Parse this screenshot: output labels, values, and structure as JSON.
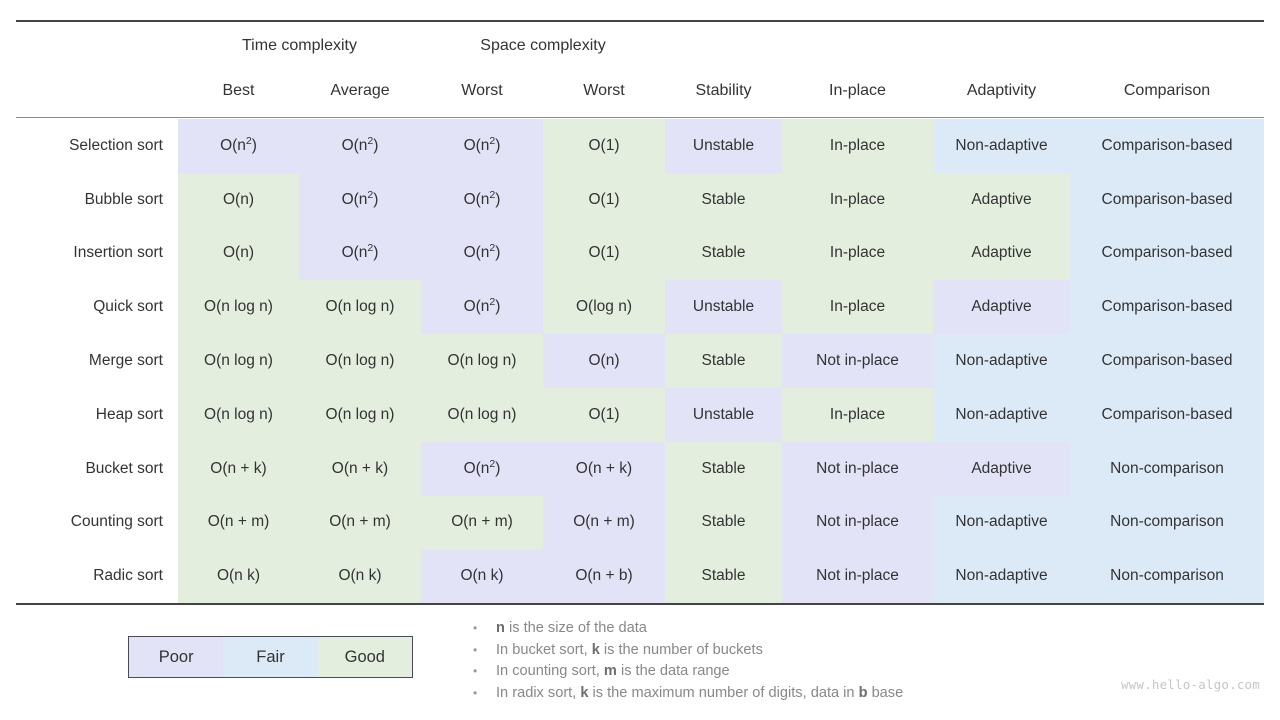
{
  "legend": {
    "title": "quality-legend",
    "segments": [
      {
        "label": "Poor",
        "color": "#e2e3f6",
        "key": "poor"
      },
      {
        "label": "Fair",
        "color": "#dceaf7",
        "key": "fair"
      },
      {
        "label": "Good",
        "color": "#e4eede",
        "key": "good"
      }
    ]
  },
  "watermark": "www.hello-algo.com",
  "notes": [
    {
      "bullet": "•",
      "prefix": "",
      "bold": "n",
      "suffix": " is the size of the data"
    },
    {
      "bullet": "•",
      "prefix": "In bucket sort, ",
      "bold": "k",
      "suffix": " is the number of buckets"
    },
    {
      "bullet": "•",
      "prefix": "In counting sort, ",
      "bold": "m",
      "suffix": " is the data range"
    },
    {
      "bullet": "•",
      "prefix": "In radix sort, ",
      "bold": "k",
      "suffix": " is the maximum number of digits, data in ",
      "bold2": "b",
      "suffix2": " base"
    }
  ],
  "table": {
    "group_headers": {
      "time": "Time complexity",
      "space": "Space complexity"
    },
    "sub_headers": {
      "name": "",
      "best": "Best",
      "average": "Average",
      "worst": "Worst",
      "space_worst": "Worst",
      "stability": "Stability",
      "in_place": "In-place",
      "adaptivity": "Adaptivity",
      "comparison": "Comparison"
    },
    "rows": [
      {
        "name": "Selection sort",
        "best": {
          "text": "O(n²)",
          "base": "O(n",
          "sup": "2",
          "tail": ")",
          "sev": "poor"
        },
        "average": {
          "text": "O(n²)",
          "base": "O(n",
          "sup": "2",
          "tail": ")",
          "sev": "poor"
        },
        "worst": {
          "text": "O(n²)",
          "base": "O(n",
          "sup": "2",
          "tail": ")",
          "sev": "poor"
        },
        "space": {
          "text": "O(1)",
          "base": "O(1)",
          "sup": "",
          "tail": "",
          "sev": "good"
        },
        "stability": {
          "text": "Unstable",
          "sev": "poor"
        },
        "in_place": {
          "text": "In-place",
          "sev": "good"
        },
        "adaptivity": {
          "text": "Non-adaptive",
          "sev": "fair"
        },
        "comparison": {
          "text": "Comparison-based",
          "sev": "fair"
        }
      },
      {
        "name": "Bubble sort",
        "best": {
          "text": "O(n)",
          "base": "O(n)",
          "sup": "",
          "tail": "",
          "sev": "good"
        },
        "average": {
          "text": "O(n²)",
          "base": "O(n",
          "sup": "2",
          "tail": ")",
          "sev": "poor"
        },
        "worst": {
          "text": "O(n²)",
          "base": "O(n",
          "sup": "2",
          "tail": ")",
          "sev": "poor"
        },
        "space": {
          "text": "O(1)",
          "base": "O(1)",
          "sup": "",
          "tail": "",
          "sev": "good"
        },
        "stability": {
          "text": "Stable",
          "sev": "good"
        },
        "in_place": {
          "text": "In-place",
          "sev": "good"
        },
        "adaptivity": {
          "text": "Adaptive",
          "sev": "good"
        },
        "comparison": {
          "text": "Comparison-based",
          "sev": "fair"
        }
      },
      {
        "name": "Insertion sort",
        "best": {
          "text": "O(n)",
          "base": "O(n)",
          "sup": "",
          "tail": "",
          "sev": "good"
        },
        "average": {
          "text": "O(n²)",
          "base": "O(n",
          "sup": "2",
          "tail": ")",
          "sev": "poor"
        },
        "worst": {
          "text": "O(n²)",
          "base": "O(n",
          "sup": "2",
          "tail": ")",
          "sev": "poor"
        },
        "space": {
          "text": "O(1)",
          "base": "O(1)",
          "sup": "",
          "tail": "",
          "sev": "good"
        },
        "stability": {
          "text": "Stable",
          "sev": "good"
        },
        "in_place": {
          "text": "In-place",
          "sev": "good"
        },
        "adaptivity": {
          "text": "Adaptive",
          "sev": "good"
        },
        "comparison": {
          "text": "Comparison-based",
          "sev": "fair"
        }
      },
      {
        "name": "Quick sort",
        "best": {
          "text": "O(n log n)",
          "base": "O(n log n)",
          "sup": "",
          "tail": "",
          "sev": "good"
        },
        "average": {
          "text": "O(n log n)",
          "base": "O(n log n)",
          "sup": "",
          "tail": "",
          "sev": "good"
        },
        "worst": {
          "text": "O(n²)",
          "base": "O(n",
          "sup": "2",
          "tail": ")",
          "sev": "poor"
        },
        "space": {
          "text": "O(log n)",
          "base": "O(log n)",
          "sup": "",
          "tail": "",
          "sev": "good"
        },
        "stability": {
          "text": "Unstable",
          "sev": "poor"
        },
        "in_place": {
          "text": "In-place",
          "sev": "good"
        },
        "adaptivity": {
          "text": "Adaptive",
          "sev": "poor"
        },
        "comparison": {
          "text": "Comparison-based",
          "sev": "fair"
        }
      },
      {
        "name": "Merge sort",
        "best": {
          "text": "O(n log n)",
          "base": "O(n log n)",
          "sup": "",
          "tail": "",
          "sev": "good"
        },
        "average": {
          "text": "O(n log n)",
          "base": "O(n log n)",
          "sup": "",
          "tail": "",
          "sev": "good"
        },
        "worst": {
          "text": "O(n log n)",
          "base": "O(n log n)",
          "sup": "",
          "tail": "",
          "sev": "good"
        },
        "space": {
          "text": "O(n)",
          "base": "O(n)",
          "sup": "",
          "tail": "",
          "sev": "poor"
        },
        "stability": {
          "text": "Stable",
          "sev": "good"
        },
        "in_place": {
          "text": "Not in-place",
          "sev": "poor"
        },
        "adaptivity": {
          "text": "Non-adaptive",
          "sev": "fair"
        },
        "comparison": {
          "text": "Comparison-based",
          "sev": "fair"
        }
      },
      {
        "name": "Heap sort",
        "best": {
          "text": "O(n log n)",
          "base": "O(n log n)",
          "sup": "",
          "tail": "",
          "sev": "good"
        },
        "average": {
          "text": "O(n log n)",
          "base": "O(n log n)",
          "sup": "",
          "tail": "",
          "sev": "good"
        },
        "worst": {
          "text": "O(n log n)",
          "base": "O(n log n)",
          "sup": "",
          "tail": "",
          "sev": "good"
        },
        "space": {
          "text": "O(1)",
          "base": "O(1)",
          "sup": "",
          "tail": "",
          "sev": "good"
        },
        "stability": {
          "text": "Unstable",
          "sev": "poor"
        },
        "in_place": {
          "text": "In-place",
          "sev": "good"
        },
        "adaptivity": {
          "text": "Non-adaptive",
          "sev": "fair"
        },
        "comparison": {
          "text": "Comparison-based",
          "sev": "fair"
        }
      },
      {
        "name": "Bucket sort",
        "best": {
          "text": "O(n + k)",
          "base": "O(n + k)",
          "sup": "",
          "tail": "",
          "sev": "good"
        },
        "average": {
          "text": "O(n + k)",
          "base": "O(n + k)",
          "sup": "",
          "tail": "",
          "sev": "good"
        },
        "worst": {
          "text": "O(n²)",
          "base": "O(n",
          "sup": "2",
          "tail": ")",
          "sev": "poor"
        },
        "space": {
          "text": "O(n + k)",
          "base": "O(n + k)",
          "sup": "",
          "tail": "",
          "sev": "poor"
        },
        "stability": {
          "text": "Stable",
          "sev": "good"
        },
        "in_place": {
          "text": "Not in-place",
          "sev": "poor"
        },
        "adaptivity": {
          "text": "Adaptive",
          "sev": "poor"
        },
        "comparison": {
          "text": "Non-comparison",
          "sev": "fair"
        }
      },
      {
        "name": "Counting sort",
        "best": {
          "text": "O(n + m)",
          "base": "O(n + m)",
          "sup": "",
          "tail": "",
          "sev": "good"
        },
        "average": {
          "text": "O(n + m)",
          "base": "O(n + m)",
          "sup": "",
          "tail": "",
          "sev": "good"
        },
        "worst": {
          "text": "O(n + m)",
          "base": "O(n + m)",
          "sup": "",
          "tail": "",
          "sev": "good"
        },
        "space": {
          "text": "O(n + m)",
          "base": "O(n + m)",
          "sup": "",
          "tail": "",
          "sev": "poor"
        },
        "stability": {
          "text": "Stable",
          "sev": "good"
        },
        "in_place": {
          "text": "Not in-place",
          "sev": "poor"
        },
        "adaptivity": {
          "text": "Non-adaptive",
          "sev": "fair"
        },
        "comparison": {
          "text": "Non-comparison",
          "sev": "fair"
        }
      },
      {
        "name": "Radic sort",
        "best": {
          "text": "O(n k)",
          "base": "O(n k)",
          "sup": "",
          "tail": "",
          "sev": "good"
        },
        "average": {
          "text": "O(n k)",
          "base": "O(n k)",
          "sup": "",
          "tail": "",
          "sev": "good"
        },
        "worst": {
          "text": "O(n k)",
          "base": "O(n k)",
          "sup": "",
          "tail": "",
          "sev": "poor"
        },
        "space": {
          "text": "O(n + b)",
          "base": "O(n + b)",
          "sup": "",
          "tail": "",
          "sev": "poor"
        },
        "stability": {
          "text": "Stable",
          "sev": "good"
        },
        "in_place": {
          "text": "Not in-place",
          "sev": "poor"
        },
        "adaptivity": {
          "text": "Non-adaptive",
          "sev": "fair"
        },
        "comparison": {
          "text": "Non-comparison",
          "sev": "fair"
        }
      }
    ]
  }
}
